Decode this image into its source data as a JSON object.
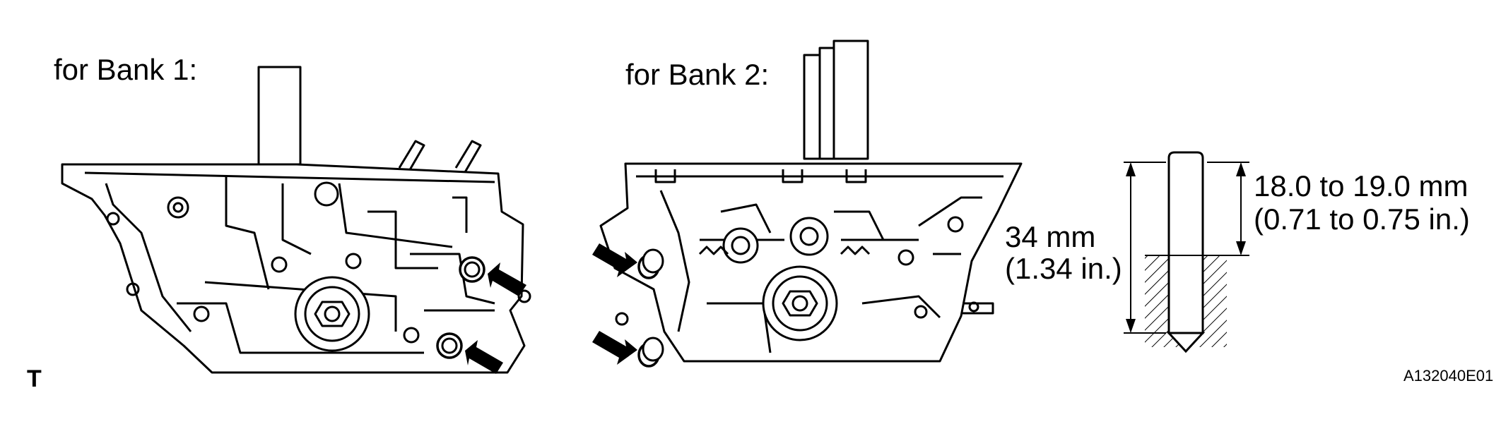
{
  "diagram": {
    "label_bank1": "for Bank 1:",
    "label_bank2": "for Bank 2:",
    "dim_total": "34 mm",
    "dim_total_in": "(1.34 in.)",
    "dim_protrusion": "18.0 to 19.0 mm",
    "dim_protrusion_in": "(0.71 to 0.75 in.)",
    "corner_mark": "T",
    "figure_code": "A132040E01"
  }
}
